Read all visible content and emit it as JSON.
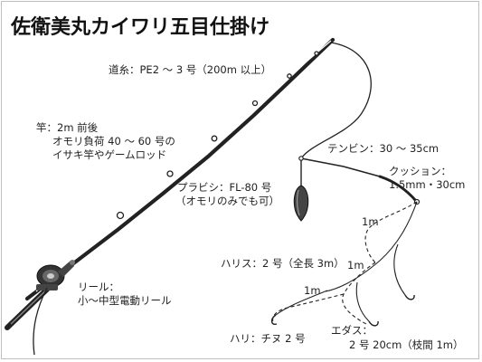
{
  "title": "佐衛美丸カイワリ五目仕掛け",
  "labels": {
    "line": "道糸：PE2 〜 3 号（200m 以上）",
    "rod": [
      "竿：2m 前後",
      "オモリ負荷 40 〜 60 号の",
      "イサキ竿やゲームロッド"
    ],
    "tenbin": "テンビン：30 〜 35cm",
    "cushion": [
      "クッション：",
      "1.5mm・30cm"
    ],
    "sinker": [
      "プラビシ：FL-80 号",
      "（オモリのみでも可）"
    ],
    "reel": [
      "リール：",
      "小〜中型電動リール"
    ],
    "leader": "ハリス：2 号（全長 3m）",
    "hook": "ハリ：チヌ 2 号",
    "branch": [
      "エダス：",
      "2 号 20cm（枝間 1m）"
    ],
    "len1": "1m",
    "len2": "1m",
    "len3": "1m"
  }
}
